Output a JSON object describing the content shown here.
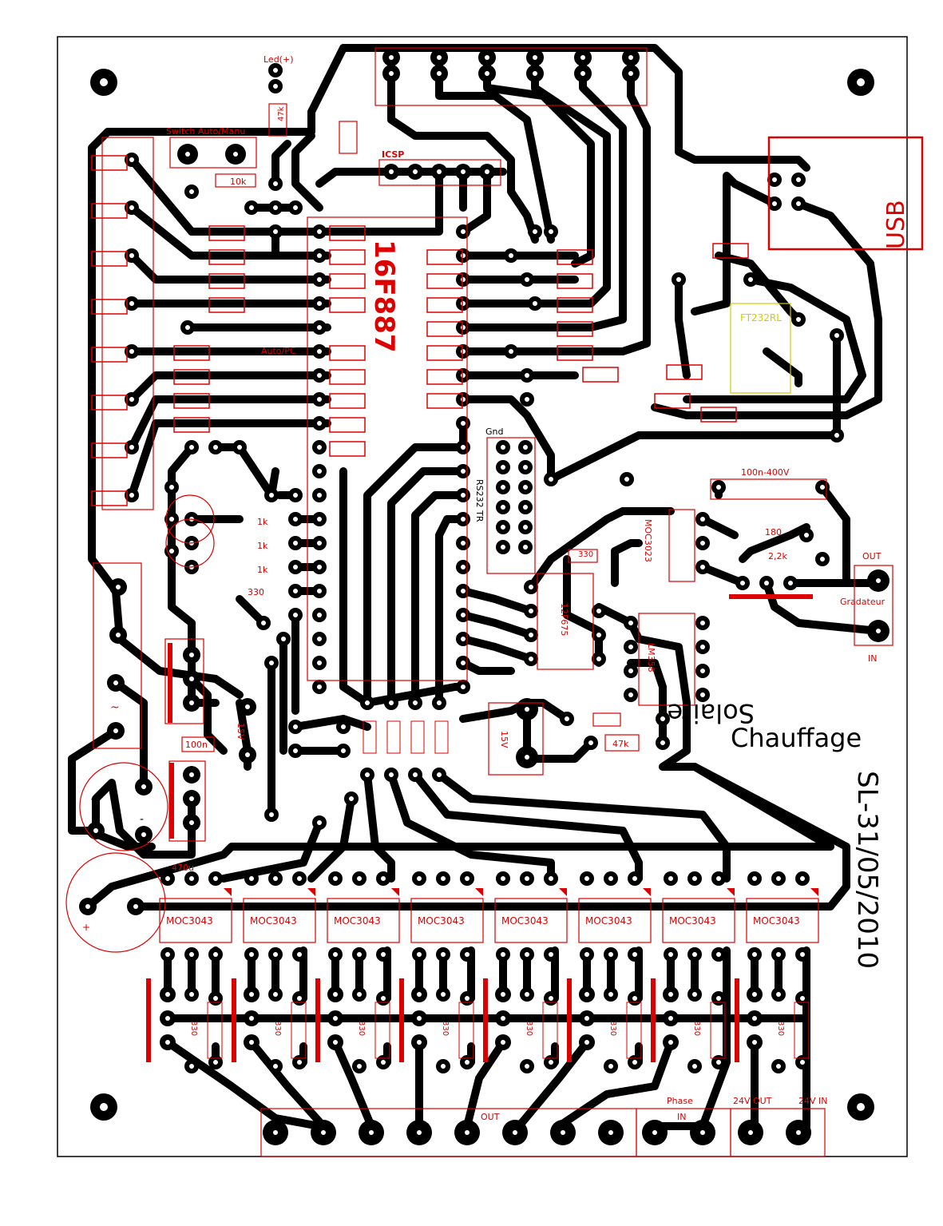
{
  "colors": {
    "copper": "#000000",
    "silk": "#dd0000",
    "outline": "#dd0000",
    "chip": "#d4cc00",
    "background": "#ffffff"
  },
  "labels": {
    "led": "Led(+)",
    "switch": "Switch Auto/Manu",
    "res_10k": "10k",
    "res_47k_top": "47k",
    "icsp": "ICSP",
    "mcu": "16F887",
    "usb": "USB",
    "ftdi": "FT232RL",
    "auto_pc": "Auto/PC",
    "gnd": "Gnd",
    "rs232": "RS232 TR",
    "res_1k": "1k",
    "res_330": "330",
    "cap_100n400v": "100n-400V",
    "res_180": "180",
    "res_2k2": "2,2k",
    "out": "OUT",
    "gradateur": "Gradateur",
    "in": "IN",
    "moc3023": "MOC3023",
    "ic_12f675": "12F675",
    "lm358": "LM358",
    "res_330_b": "330",
    "zener_15v": "15V",
    "res_47k": "47k",
    "title_1": "Solaire",
    "title_2": "Chauffage",
    "date": "SL-31/05/2010",
    "cap_100n": "100n",
    "cap_470u": "470u",
    "moc3043": "MOC3043",
    "phase": "Phase",
    "out_24v": "24V OUT",
    "in_24v": "24V IN",
    "out_main": "OUT",
    "in_phase": "IN",
    "plus": "+",
    "minus": "-",
    "tilde": "~"
  }
}
